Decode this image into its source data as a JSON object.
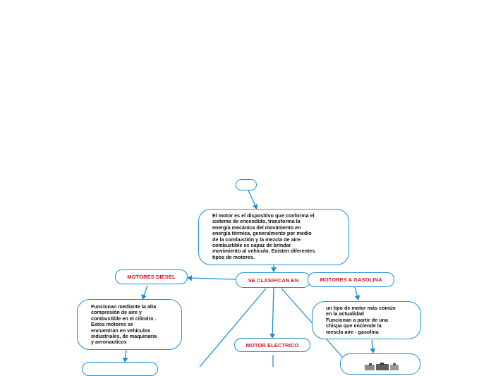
{
  "diagram": {
    "colors": {
      "line": "#1e8fd6",
      "label": "#d3162a",
      "text": "#111111"
    },
    "root": {
      "text": ""
    },
    "definition": {
      "text": "El motor es el dispositivo que conforma el\nsistema de encendido, transforma la\nenergía mecánica del movimiento en\nenergía térmica, generalmente por medio\nde la combustión y la mezcla de aire-\ncombustible es capaz de brindar\nmovimiento al vehículo. Existen diferentes\ntipos de motores."
    },
    "classify": {
      "label": "SE CLASIFICAN EN"
    },
    "diesel": {
      "label": "MOTORES DIESEL",
      "text": "Funcionan mediante la alta\ncompresión de aire y\ncombustible en el cilindro .\nEstos motores se\nencuentran en vehículos\nindustriales, de maquinaria\ny aeronauticos"
    },
    "gasolina": {
      "label": "MOTORES A GASOLINA",
      "text": "un tipo de motor más común\nen la actualidad\nFuncionan a partir de una\nchispa que enciende la\nmescla aire - gasolina"
    },
    "electrico": {
      "label": "MOTOR ELECTRICO"
    },
    "image_node": {
      "icon": "engine-image"
    }
  }
}
